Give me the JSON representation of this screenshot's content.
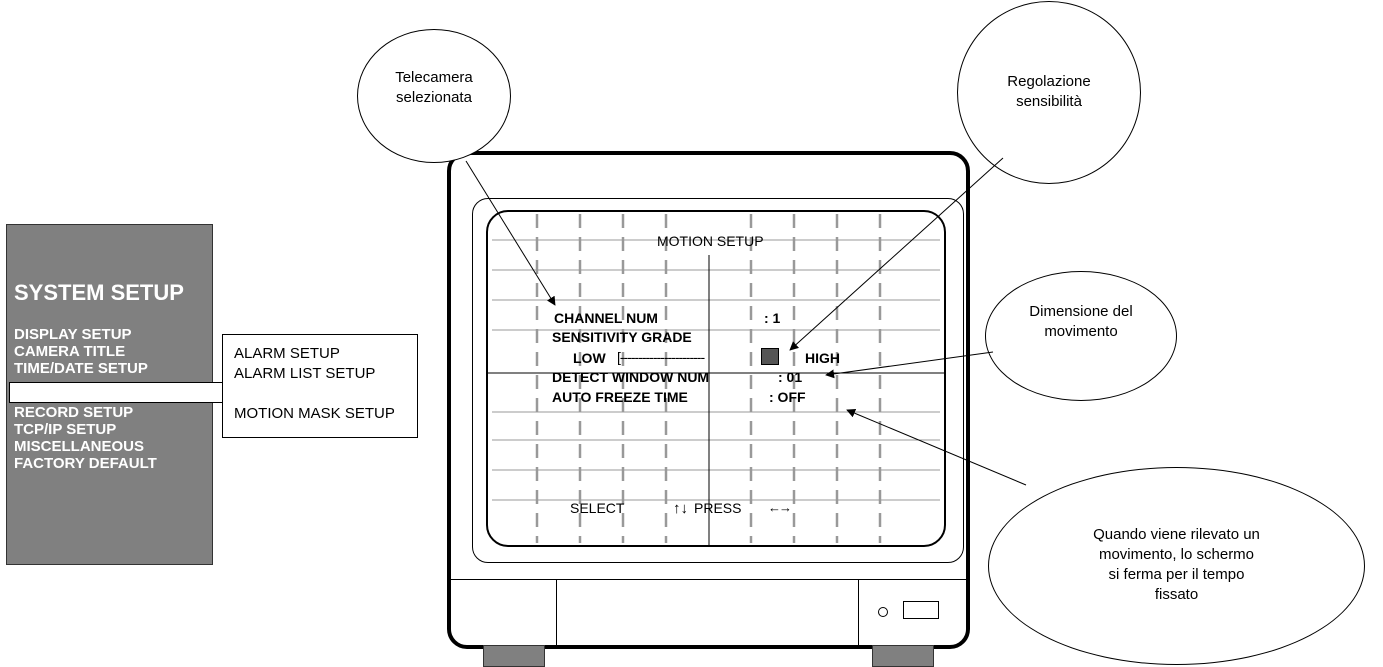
{
  "system_menu": {
    "title": "SYSTEM SETUP",
    "items": [
      "DISPLAY SETUP",
      "CAMERA TITLE",
      "TIME/DATE SETUP",
      "RECORD SETUP",
      "TCP/IP SETUP",
      "MISCELLANEOUS",
      "FACTORY DEFAULT"
    ]
  },
  "alarm_submenu": {
    "items": [
      "ALARM SETUP",
      "ALARM LIST SETUP",
      "MOTION MASK SETUP"
    ]
  },
  "osd": {
    "title": "MOTION SETUP",
    "channel_label": "CHANNEL NUM",
    "channel_value": ": 1",
    "sensitivity_label": "SENSITIVITY GRADE",
    "low_label": "LOW",
    "high_label": "HIGH",
    "slider_dashes": "[-----------------------",
    "detect_label": "DETECT WINDOW NUM",
    "detect_value": ": 01",
    "freeze_label": "AUTO FREEZE TIME",
    "freeze_value": ": OFF",
    "footer_select": "SELECT",
    "footer_press": "PRESS",
    "arrows_updown": "↑↓",
    "arrows_leftright": "←→"
  },
  "callouts": {
    "camera": [
      "Telecamera",
      "selezionata"
    ],
    "sensitivity": [
      "Regolazione",
      "sensibilità"
    ],
    "motion_size": [
      "Dimensione del",
      "movimento"
    ],
    "freeze": [
      "Quando viene rilevato un",
      "movimento, lo schermo",
      "si ferma per il tempo",
      "fissato"
    ]
  }
}
